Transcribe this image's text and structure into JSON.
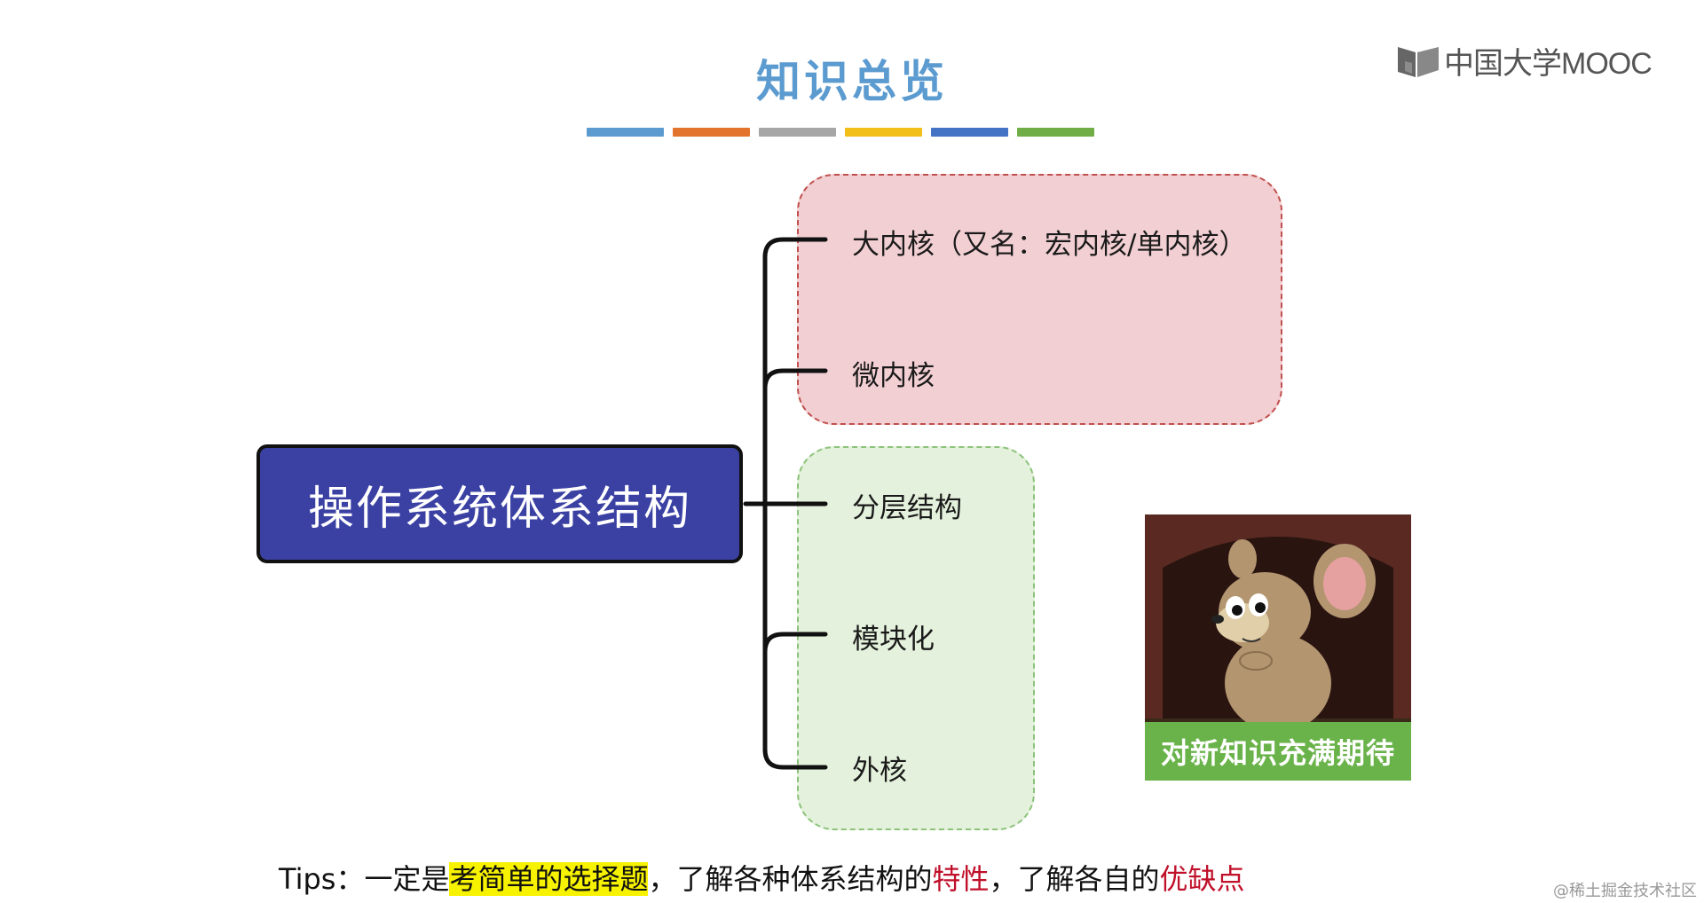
{
  "title": "知识总览",
  "logo": {
    "text": "中国大学MOOC",
    "icon": "mooc-book-icon"
  },
  "color_bars": [
    "#5b9bd0",
    "#e2742e",
    "#a6a6a6",
    "#f2be18",
    "#4472c4",
    "#70ad47"
  ],
  "root": {
    "label": "操作系统体系结构"
  },
  "kernel_group": {
    "items": [
      "大内核（又名：宏内核/单内核）",
      "微内核"
    ]
  },
  "structure_group": {
    "items": [
      "分层结构",
      "模块化",
      "外核"
    ]
  },
  "meme": {
    "caption": "对新知识充满期待"
  },
  "tips": {
    "prefix": "Tips：一定是",
    "highlight": "考简单的选择题",
    "mid": "，了解各种体系结构的",
    "red1": "特性",
    "mid2": "，了解各自的",
    "red2": "优缺点"
  },
  "watermark": "@稀土掘金技术社区"
}
